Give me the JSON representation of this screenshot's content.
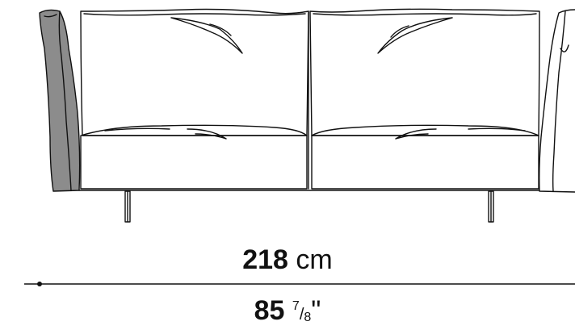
{
  "width": {
    "metric_value": "218",
    "metric_unit": "cm",
    "imperial_value": "85",
    "imperial_fraction_numerator": "7",
    "imperial_fraction_denominator": "8",
    "imperial_unit": "\""
  },
  "colors": {
    "line": "#111111",
    "armrest_fill": "#8c8c8c",
    "background": "#ffffff"
  }
}
